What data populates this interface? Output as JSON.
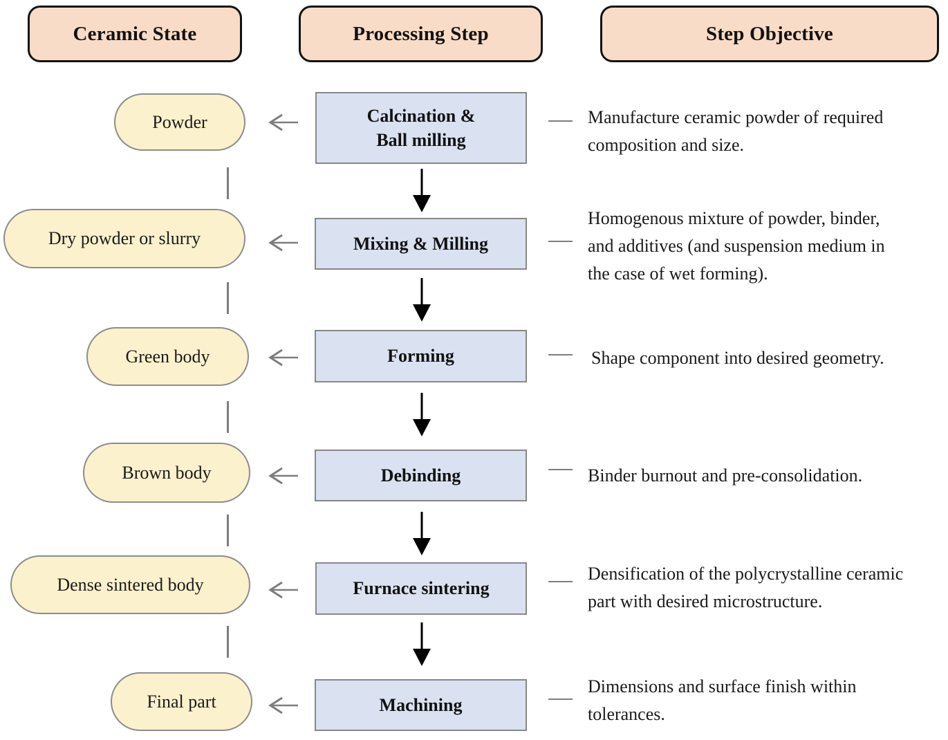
{
  "diagram": {
    "title_columns": {
      "ceramic_state": "Ceramic State",
      "processing_step": "Processing Step",
      "step_objective": "Step Objective"
    },
    "rows": [
      {
        "state": "Powder",
        "step": "Calcination &\nBall milling",
        "objective": "Manufacture ceramic powder of required\ncomposition and size."
      },
      {
        "state": "Dry powder or slurry",
        "step": "Mixing & Milling",
        "objective": "Homogenous mixture of powder, binder,\nand additives (and suspension medium in\nthe case of wet forming)."
      },
      {
        "state": "Green body",
        "step": "Forming",
        "objective": "Shape component into desired geometry."
      },
      {
        "state": "Brown body",
        "step": "Debinding",
        "objective": "Binder burnout and pre-consolidation."
      },
      {
        "state": "Dense sintered body",
        "step": "Furnace sintering",
        "objective": "Densification of the polycrystalline ceramic\npart with desired microstructure."
      },
      {
        "state": "Final part",
        "step": "Machining",
        "objective": "Dimensions and surface finish within\ntolerances."
      }
    ],
    "colors": {
      "header_fill": "#f9dcc7",
      "header_border": "#121212",
      "state_fill": "#fbf1cd",
      "state_border": "#8c8c8c",
      "step_fill": "#dae1f1",
      "step_border": "#878787",
      "flow_arrow": "#000000",
      "link_arrow": "#7d7d7d",
      "background": "#ffffff"
    }
  }
}
